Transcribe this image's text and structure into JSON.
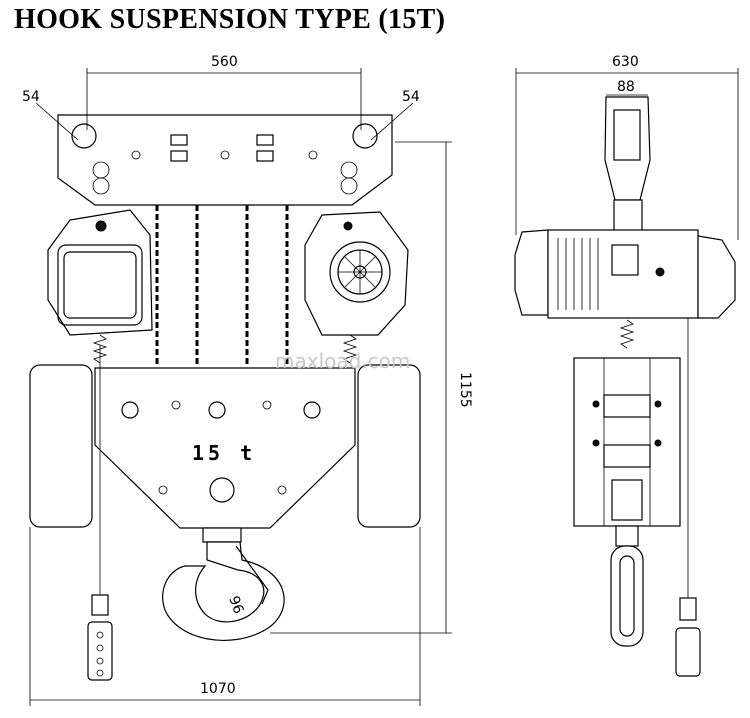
{
  "title": "HOOK SUSPENSION TYPE (15T)",
  "dimensions": {
    "top_span": "560",
    "eye_left": "54",
    "eye_right": "54",
    "side_width": "630",
    "side_inner": "88",
    "height": "1155",
    "bottom_width": "1070",
    "hook_throat": "96"
  },
  "block_label": "15 t",
  "watermark": "maxload.com"
}
